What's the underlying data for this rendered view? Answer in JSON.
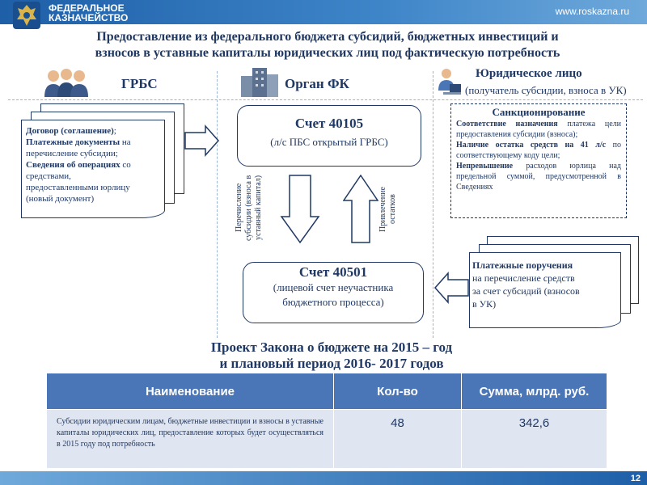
{
  "header": {
    "logo_line1": "ФЕДЕРАЛЬНОЕ",
    "logo_line2": "КАЗНАЧЕЙСТВО",
    "site_url": "www.roskazna.ru"
  },
  "title": {
    "line1": "Предоставление из федерального бюджета субсидий, бюджетных инвестиций и",
    "line2": "взносов в уставные капиталы юридических лиц под фактическую потребность"
  },
  "columns": {
    "grbs": "ГРБС",
    "organ_fk": "Орган ФК",
    "legal_entity": "Юридическое лицо",
    "legal_entity_sub": "(получатель субсидии, взноса в УК)"
  },
  "left_doc": {
    "l1_bold": "Договор (соглашение)",
    "l1_rest": ";",
    "l2_bold": "Платежные документы",
    "l2_rest": " на",
    "l3": "перечисление субсидии;",
    "l4_bold": "Сведения об операциях",
    "l4_rest": " со",
    "l5": "средствами,",
    "l6": "предоставленными юрлицу",
    "l7": "(новый документ)"
  },
  "account1": {
    "number": "Счет 40105",
    "desc": "(л/с ПБС открытый ГРБС)"
  },
  "account2": {
    "number": "Счет 40501",
    "desc1": "(лицевой счет неучастника",
    "desc2": "бюджетного процесса)"
  },
  "arrow_labels": {
    "transfer": "Перечисление субсидии (взноса в уставный капитал)",
    "attract": "Привлечение остатков"
  },
  "sanction": {
    "heading": "Санкционирование",
    "p1_bold": "Соответствие назначения",
    "p1_rest": " платежа цели предоставления субсидии (взноса);",
    "p2_bold": "Наличие остатка средств на 41 л/с",
    "p2_rest": " по соответствующему коду цели;",
    "p3_bold": "Непревышение",
    "p3_rest": " расходов юрлица над предельной суммой, предусмотренной в Сведениях"
  },
  "right_doc": {
    "l1": "Платежные поручения",
    "l2": "на перечисление средств",
    "l3": "за счет субсидий (взносов",
    "l4": "в УК)"
  },
  "project": {
    "line1": "Проект Закона о бюджете на 2015 – год",
    "line2": "и плановый период 2016- 2017 годов"
  },
  "table": {
    "headers": [
      "Наименование",
      "Кол-во",
      "Сумма,  млрд. руб."
    ],
    "row": {
      "name": "Субсидии юридическим лицам, бюджетные инвестиции и взносы в уставные капиталы юридических лиц, предоставление которых будет осуществляться в 2015 году под потребность",
      "count": "48",
      "sum": "342,6"
    }
  },
  "page_number": "12",
  "colors": {
    "primary": "#1f3864",
    "header_blue": "#1e5fa8",
    "table_header": "#4a76b8",
    "table_cell": "#dfe6f2"
  }
}
